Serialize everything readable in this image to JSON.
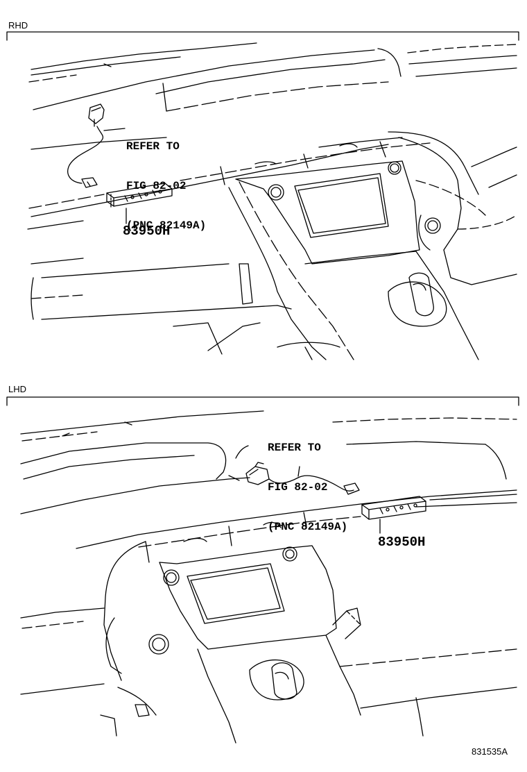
{
  "sections": [
    {
      "label": "RHD",
      "refer": [
        "REFER TO",
        "FIG 82-02",
        "(PNC 82149A)"
      ],
      "part_number": "83950H"
    },
    {
      "label": "LHD",
      "refer": [
        "REFER TO",
        "FIG 82-02",
        "(PNC 82149A)"
      ],
      "part_number": "83950H"
    }
  ],
  "illustration_code": "831535A"
}
